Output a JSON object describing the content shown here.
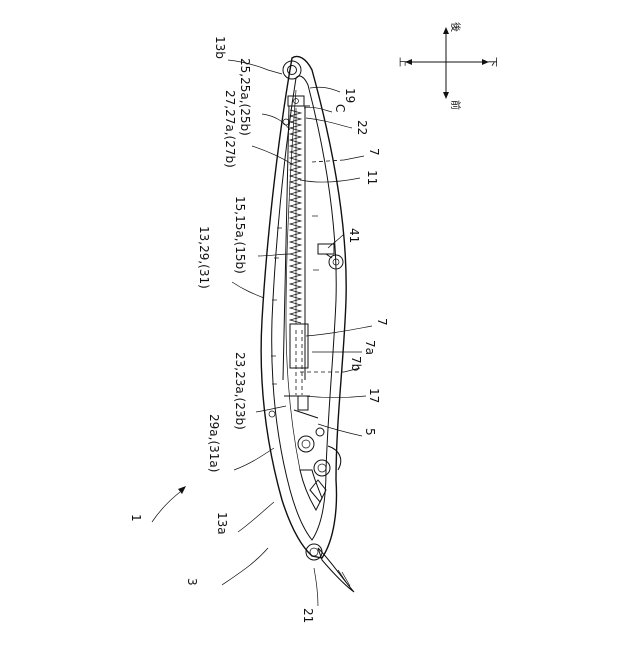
{
  "labels": {
    "l1": "1",
    "l3": "3",
    "l5": "5",
    "l7a": "7",
    "l7b": "7",
    "l7sub_a": "7a",
    "l7sub_b": "7b",
    "l11": "11",
    "l13a": "13a",
    "l13b": "13b",
    "l13_29_31": "13,29,(31)",
    "l15": "15,15a,(15b)",
    "l17": "17",
    "l19": "19",
    "l21": "21",
    "l22": "22",
    "l23": "23,23a,(23b)",
    "l25": "25,25a,(25b)",
    "l27": "27,27a,(27b)",
    "l29a": "29a,(31a)",
    "lC": "C",
    "l41": "41"
  },
  "directions": {
    "back": "後",
    "front": "前",
    "up": "上",
    "down": "下"
  },
  "colors": {
    "ink": "#111111",
    "background": "#ffffff"
  }
}
